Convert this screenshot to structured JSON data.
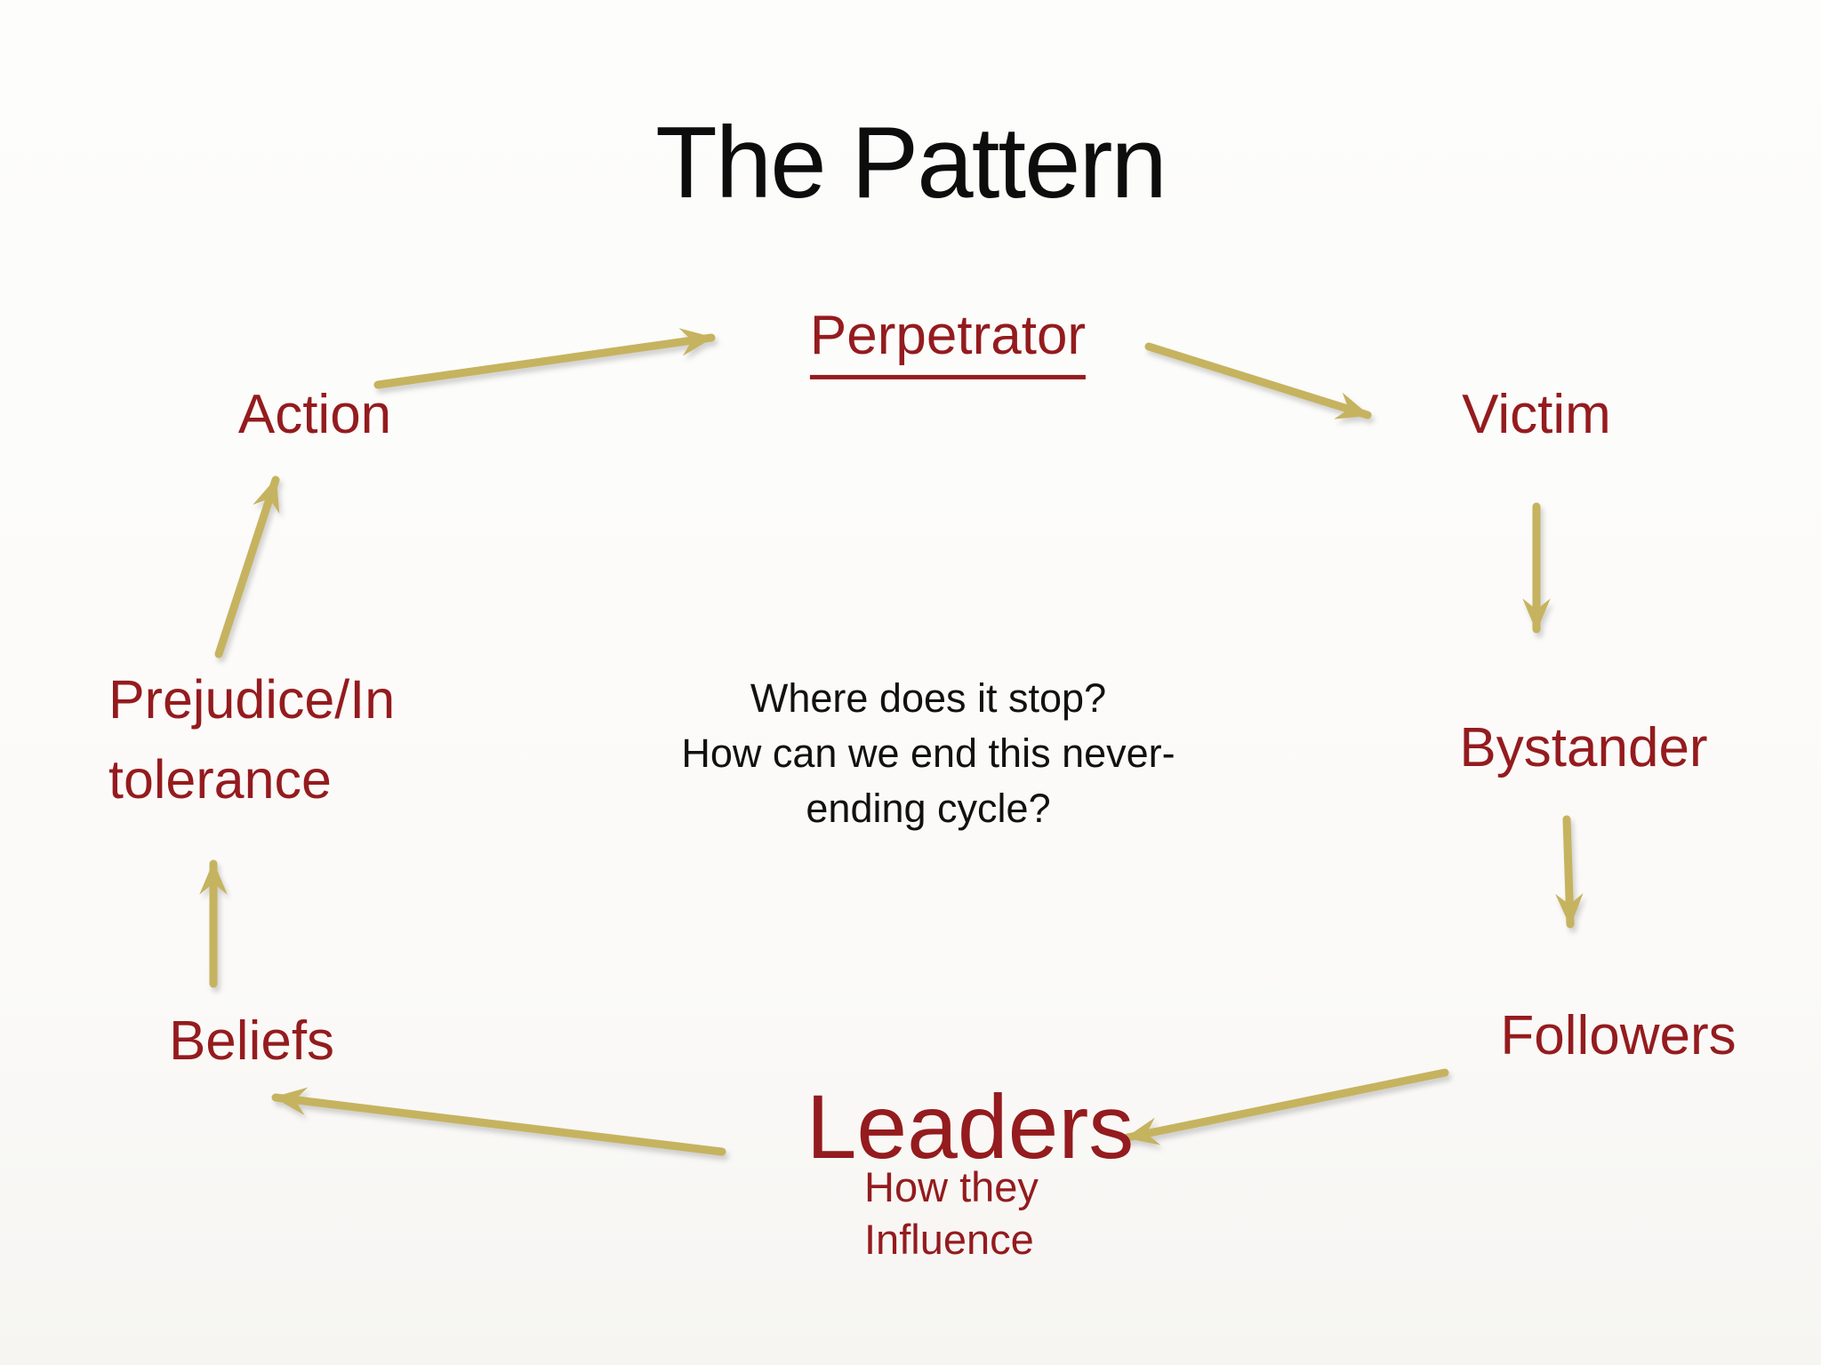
{
  "slide": {
    "title": "The Pattern",
    "center_question": {
      "line1": "Where does it stop?",
      "line2": "How can we end this never-",
      "line3": "ending cycle?"
    },
    "nodes": {
      "perpetrator": {
        "label": "Perpetrator"
      },
      "victim": {
        "label": "Victim"
      },
      "bystander": {
        "label": "Bystander"
      },
      "followers": {
        "label": "Followers"
      },
      "leaders": {
        "label": "Leaders",
        "sub_line1": "How they",
        "sub_line2": "Influence"
      },
      "beliefs": {
        "label": "Beliefs"
      },
      "prejudice_intolerance": {
        "line1": "Prejudice/In",
        "line2": "tolerance"
      },
      "action": {
        "label": "Action"
      }
    },
    "arrows": [
      {
        "from": "action",
        "to": "perpetrator"
      },
      {
        "from": "perpetrator",
        "to": "victim"
      },
      {
        "from": "victim",
        "to": "bystander"
      },
      {
        "from": "bystander",
        "to": "followers"
      },
      {
        "from": "followers",
        "to": "leaders"
      },
      {
        "from": "leaders",
        "to": "beliefs"
      },
      {
        "from": "beliefs",
        "to": "prejudice_intolerance"
      },
      {
        "from": "prejudice_intolerance",
        "to": "action"
      }
    ],
    "colors": {
      "node_text": "#941B1E",
      "arrow": "#C6B35F",
      "title_text": "#0D0D0D",
      "question_text": "#111111",
      "background": "#FBFAF8"
    }
  }
}
